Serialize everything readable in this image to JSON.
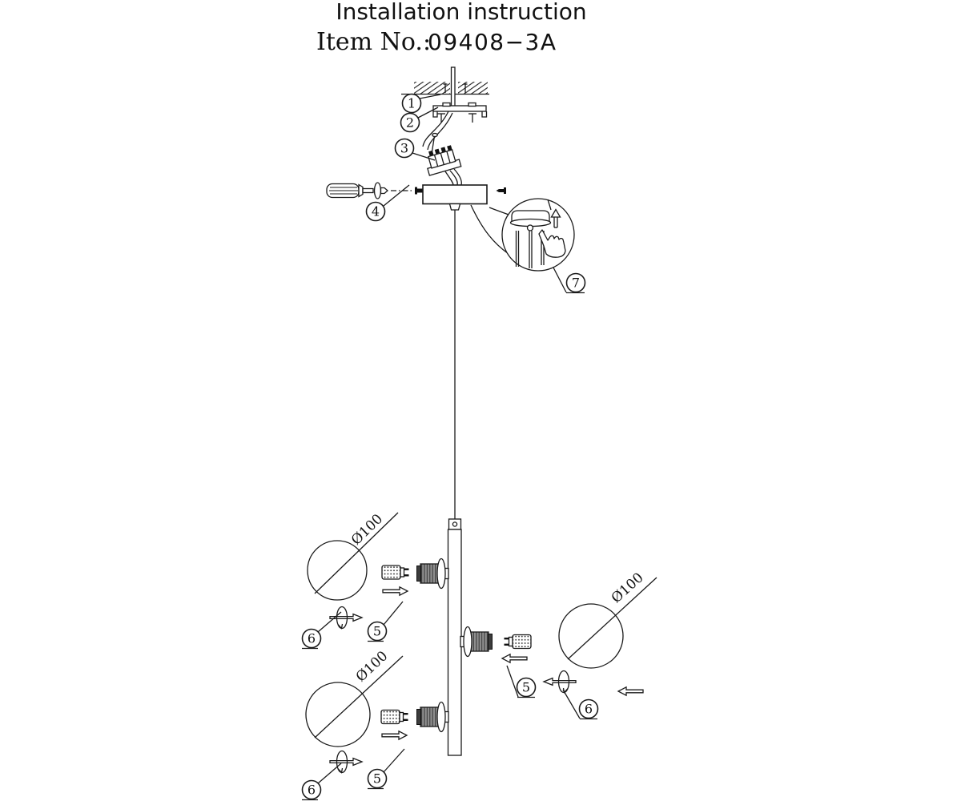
{
  "header": {
    "title": "Installation instruction",
    "item_label": "Item No.:",
    "item_number": "09408−3A"
  },
  "callouts": {
    "c1": "1",
    "c2": "2",
    "c3": "3",
    "c4": "4",
    "c5": "5",
    "c6": "6",
    "c7": "7"
  },
  "globes": [
    {
      "diameter_label": "Ø100"
    },
    {
      "diameter_label": "Ø100"
    },
    {
      "diameter_label": "Ø100"
    }
  ],
  "colors": {
    "line": "#1a1a1a",
    "socket_fill": "#8f8f8f",
    "background": "#ffffff"
  }
}
